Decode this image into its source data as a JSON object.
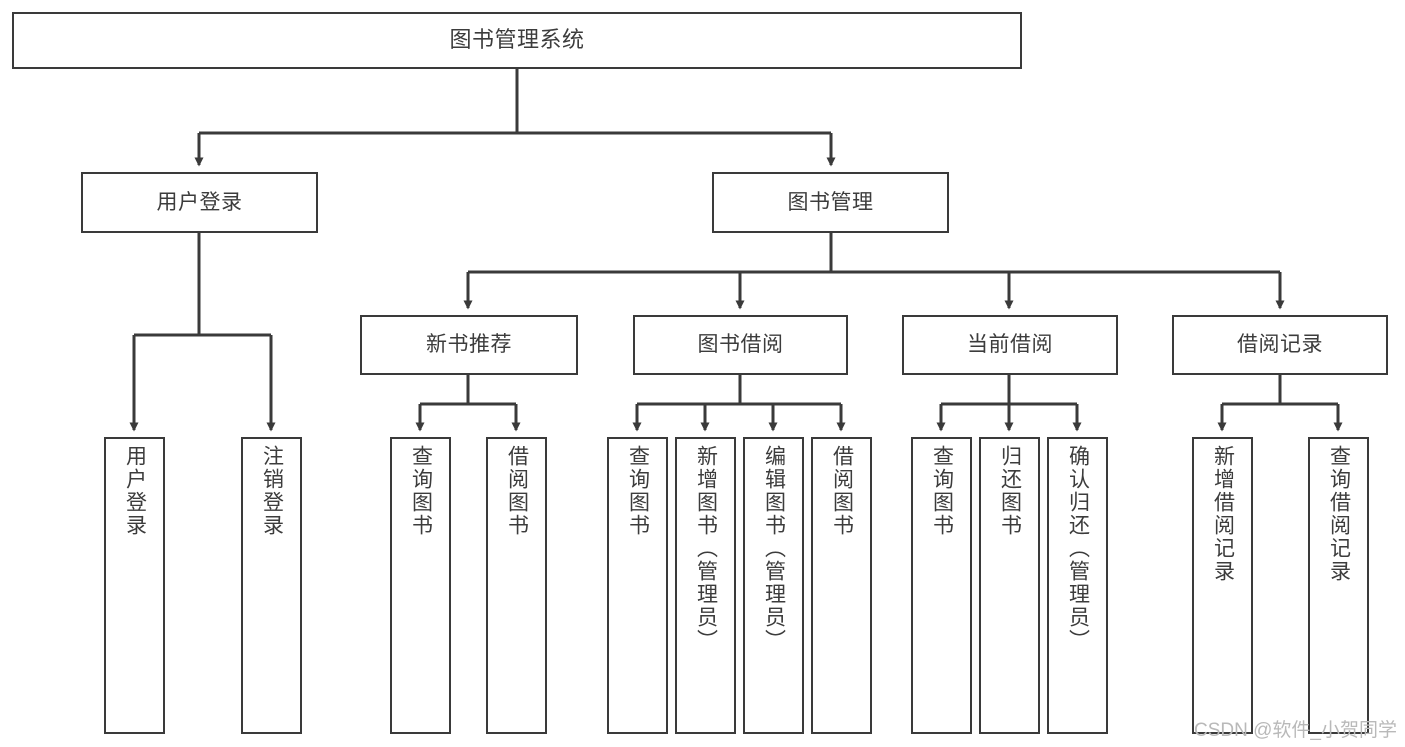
{
  "diagram": {
    "title": "图书管理系统",
    "watermark": "CSDN @软件_小贺同学",
    "colors": {
      "background": "#ffffff",
      "box_border": "#3a3a3a",
      "connector": "#3a3a3a",
      "text": "#3c3c3c",
      "watermark": "#b9b9b9"
    },
    "nodes": {
      "root": {
        "label": "图书管理系统"
      },
      "level1": [
        {
          "id": "user-login",
          "label": "用户登录"
        },
        {
          "id": "book-manage",
          "label": "图书管理"
        }
      ],
      "level2": [
        {
          "id": "new-book-recommend",
          "label": "新书推荐"
        },
        {
          "id": "book-borrow",
          "label": "图书借阅"
        },
        {
          "id": "current-borrow",
          "label": "当前借阅"
        },
        {
          "id": "borrow-record",
          "label": "借阅记录"
        }
      ],
      "leaves": {
        "user-login": [
          {
            "id": "leaf-user-login",
            "label": "用户登录"
          },
          {
            "id": "leaf-user-logout",
            "label": "注销登录"
          }
        ],
        "new-book-recommend": [
          {
            "id": "leaf-query-book-1",
            "label": "查询图书"
          },
          {
            "id": "leaf-borrow-book-1",
            "label": "借阅图书"
          }
        ],
        "book-borrow": [
          {
            "id": "leaf-query-book-2",
            "label": "查询图书"
          },
          {
            "id": "leaf-add-book-admin",
            "label": "新增图书（管理员）"
          },
          {
            "id": "leaf-edit-book-admin",
            "label": "编辑图书（管理员）"
          },
          {
            "id": "leaf-borrow-book-2",
            "label": "借阅图书"
          }
        ],
        "current-borrow": [
          {
            "id": "leaf-query-book-3",
            "label": "查询图书"
          },
          {
            "id": "leaf-return-book",
            "label": "归还图书"
          },
          {
            "id": "leaf-confirm-return-admin",
            "label": "确认归还（管理员）"
          }
        ],
        "borrow-record": [
          {
            "id": "leaf-add-borrow-record",
            "label": "新增借阅记录"
          },
          {
            "id": "leaf-query-borrow-record",
            "label": "查询借阅记录"
          }
        ]
      }
    }
  }
}
